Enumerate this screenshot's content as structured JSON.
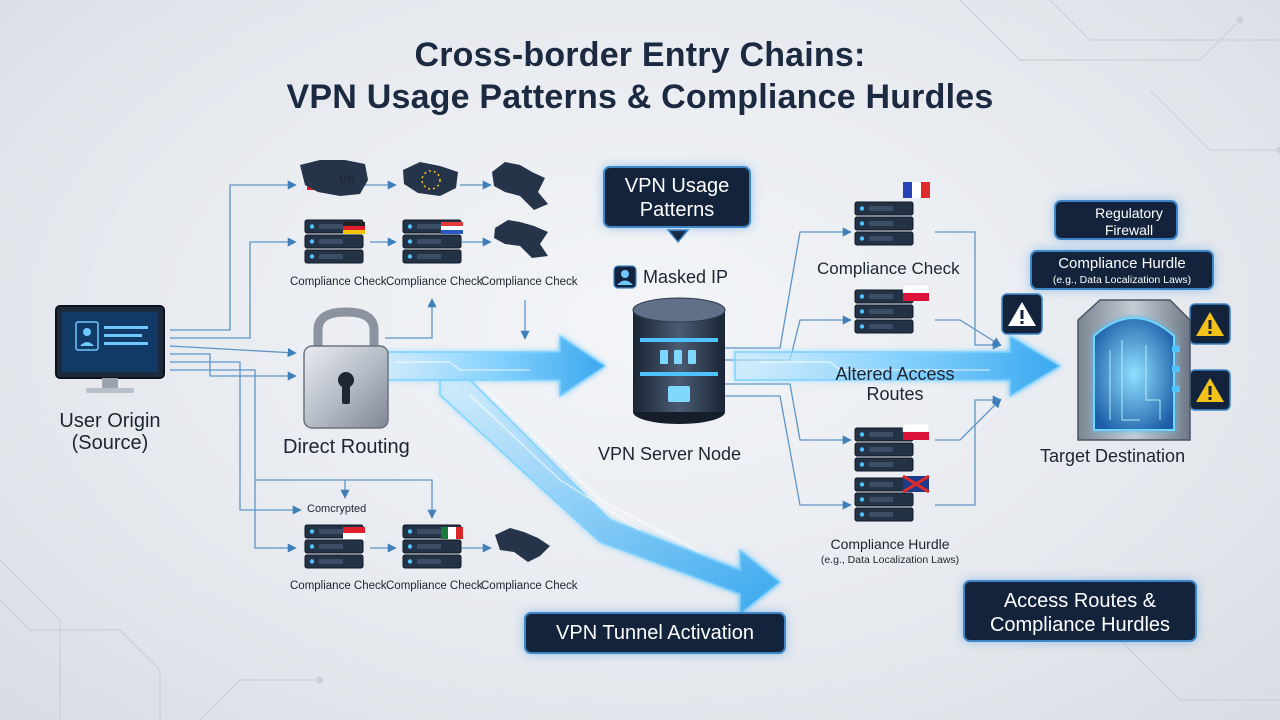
{
  "title": {
    "line1": "Cross-border Entry Chains:",
    "line2": "VPN Usage Patterns & Compliance Hurdles"
  },
  "nodes": {
    "user_origin": {
      "line1": "User Origin",
      "line2": "(Source)"
    },
    "direct_routing": "Direct Routing",
    "vpn_server": "VPN Server Node",
    "target": "Target Destination",
    "masked_ip": "Masked IP",
    "altered_routes": {
      "line1": "Altered Access",
      "line2": "Routes"
    },
    "encrypted": "Comcrypted",
    "us_label": "US"
  },
  "compliance_labels": {
    "top": [
      "Compliance Check",
      "Compliance Check",
      "Compliance Check"
    ],
    "bottom": [
      "Compliance Check",
      "Compliance Check",
      "Compliance Check"
    ],
    "right_top": "Compliance Check",
    "right_bottom": {
      "line1": "Compliance Hurdle",
      "line2": "(e.g., Data Localization Laws)"
    }
  },
  "callouts": {
    "vpn_patterns": {
      "line1": "VPN Usage",
      "line2": "Patterns"
    },
    "tunnel": "VPN Tunnel Activation",
    "access_routes": {
      "line1": "Access Routes &",
      "line2": "Compliance Hurdles"
    },
    "regulatory": {
      "line1": "Regulatory",
      "line2": "Firewall"
    },
    "hurdle": {
      "line1": "Compliance Hurdle",
      "line2": "(e.g., Data Localization Laws)"
    }
  },
  "icons": [
    "monitor-icon",
    "padlock-icon",
    "server-stack-icon",
    "server-rack-icon",
    "world-map-icon",
    "europe-map-icon",
    "usa-map-icon",
    "warning-icon",
    "firewall-gate-icon",
    "user-icon",
    "flag-icon"
  ],
  "colors": {
    "accent": "#3f9be6",
    "glow": "#5cc8ff",
    "navy": "#12233b",
    "warning": "#f2c21a"
  }
}
